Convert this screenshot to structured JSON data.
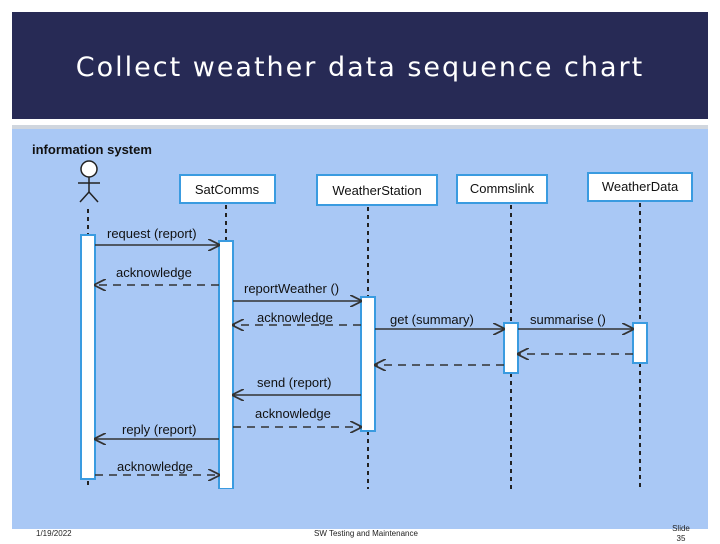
{
  "slide": {
    "title": "Collect weather data sequence chart",
    "footer_date": "1/19/2022",
    "footer_course": "SW Testing and Maintenance",
    "footer_slide_label": "Slide",
    "footer_slide_number": "35"
  },
  "diagram": {
    "actor_label": "information system",
    "objects": [
      "SatComms",
      "WeatherStation",
      "Commslink",
      "WeatherData"
    ],
    "messages": [
      {
        "label": "request (report)",
        "kind": "call"
      },
      {
        "label": "acknowledge",
        "kind": "return"
      },
      {
        "label": "reportWeather ()",
        "kind": "call"
      },
      {
        "label": "acknowledge",
        "kind": "return"
      },
      {
        "label": "get (summary)",
        "kind": "call"
      },
      {
        "label": "summarise ()",
        "kind": "call"
      },
      {
        "label": "send (report)",
        "kind": "return"
      },
      {
        "label": "acknowledge",
        "kind": "call"
      },
      {
        "label": "reply (report)",
        "kind": "return"
      },
      {
        "label": "acknowledge",
        "kind": "call"
      }
    ]
  },
  "colors": {
    "title_bg": "#272a55",
    "diagram_bg": "#a9c8f5",
    "lifeline_box_border": "#3a9be0",
    "activation_fill": "#ffffff"
  }
}
